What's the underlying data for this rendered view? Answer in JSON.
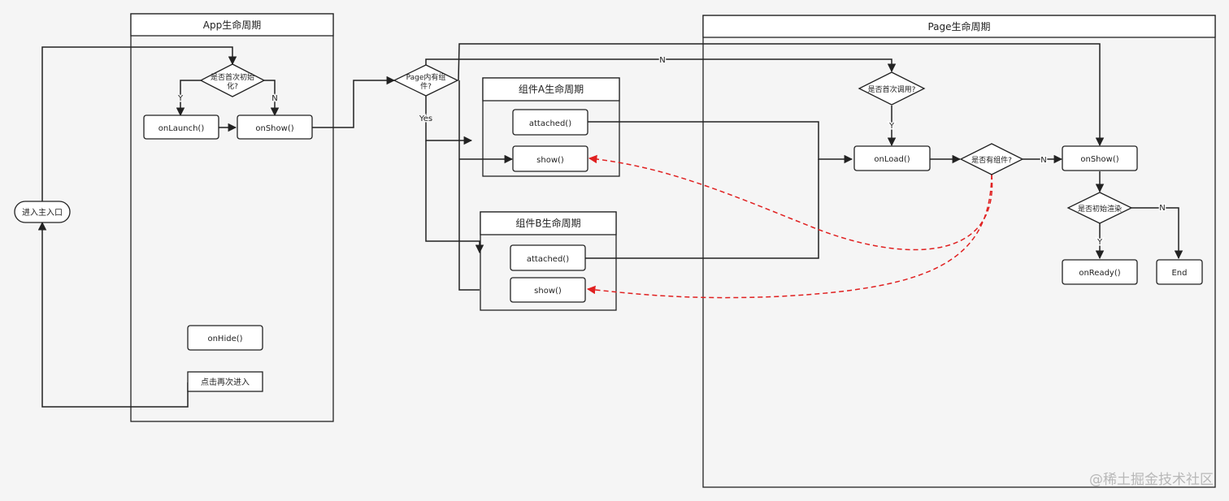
{
  "lanes": {
    "app": "App生命周期",
    "page": "Page生命周期",
    "compA": "组件A生命周期",
    "compB": "组件B生命周期"
  },
  "nodes": {
    "enter": "进入主入口",
    "app_first_line1": "是否首次初始",
    "app_first_line2": "化?",
    "onLaunch": "onLaunch()",
    "app_onShow": "onShow()",
    "onHide": "onHide()",
    "reenter": "点击再次进入",
    "page_has_comp_line1": "Page内有组",
    "page_has_comp_line2": "件?",
    "a_attached": "attached()",
    "a_show": "show()",
    "b_attached": "attached()",
    "b_show": "show()",
    "first_call": "是否首次调用?",
    "onLoad": "onLoad()",
    "has_comp": "是否有组件?",
    "page_onShow": "onShow()",
    "init_render": "是否初始渲染",
    "onReady": "onReady()",
    "end": "End"
  },
  "edge_labels": {
    "y1": "Y",
    "n1": "N",
    "yes": "Yes",
    "n_top": "N",
    "y_first": "Y",
    "n_comp": "N",
    "y_render": "Y",
    "n_render": "N"
  },
  "watermark": "@稀土掘金技术社区",
  "colors": {
    "stroke": "#222222",
    "dashed": "#e02020",
    "background": "#f5f5f5"
  }
}
